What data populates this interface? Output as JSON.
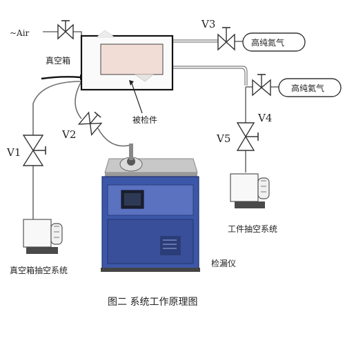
{
  "diagram": {
    "air_label": "~Air",
    "vacuum_box_label": "真空箱",
    "valves": {
      "v1": "V1",
      "v2": "V2",
      "v3": "V3",
      "v4": "V4",
      "v5": "V5"
    },
    "nitrogen_label": "高纯氮气",
    "helium_label": "高纯氦气",
    "test_piece_label": "被检件",
    "workpiece_pump_label": "工件抽空系统",
    "vacuum_pump_label": "真空箱抽空系统",
    "leak_detector_label": "检漏仪",
    "caption": "图二  系统工作原理图"
  }
}
